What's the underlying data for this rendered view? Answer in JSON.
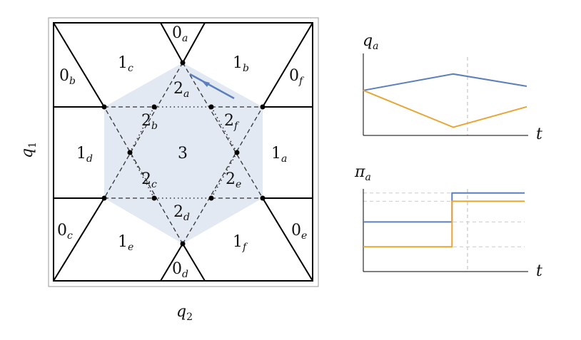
{
  "phase_diagram": {
    "x_axis": {
      "symbol": "q",
      "subscript": "2"
    },
    "y_axis": {
      "symbol": "q",
      "subscript": "1"
    },
    "regions": [
      {
        "id": "0a",
        "num": "0",
        "sub": "a"
      },
      {
        "id": "0b",
        "num": "0",
        "sub": "b"
      },
      {
        "id": "0c",
        "num": "0",
        "sub": "c"
      },
      {
        "id": "0d",
        "num": "0",
        "sub": "d"
      },
      {
        "id": "0e",
        "num": "0",
        "sub": "e"
      },
      {
        "id": "0f",
        "num": "0",
        "sub": "f"
      },
      {
        "id": "1a",
        "num": "1",
        "sub": "a"
      },
      {
        "id": "1b",
        "num": "1",
        "sub": "b"
      },
      {
        "id": "1c",
        "num": "1",
        "sub": "c"
      },
      {
        "id": "1d",
        "num": "1",
        "sub": "d"
      },
      {
        "id": "1e",
        "num": "1",
        "sub": "e"
      },
      {
        "id": "1f",
        "num": "1",
        "sub": "f"
      },
      {
        "id": "2a",
        "num": "2",
        "sub": "a"
      },
      {
        "id": "2b",
        "num": "2",
        "sub": "b"
      },
      {
        "id": "2c",
        "num": "2",
        "sub": "c"
      },
      {
        "id": "2d",
        "num": "2",
        "sub": "d"
      },
      {
        "id": "2e",
        "num": "2",
        "sub": "e"
      },
      {
        "id": "2f",
        "num": "2",
        "sub": "f"
      },
      {
        "id": "3",
        "num": "3",
        "sub": ""
      }
    ]
  },
  "plot_q": {
    "y_symbol": "q",
    "y_subscript": "a",
    "x_symbol": "t"
  },
  "plot_pi": {
    "y_symbol": "π",
    "y_subscript": "a",
    "x_symbol": "t"
  },
  "colors": {
    "blue": "#5b7fbd",
    "orange": "#e8a532",
    "hex_fill": "#e3e9f3"
  },
  "chart_data": [
    {
      "type": "line",
      "series": [
        {
          "x": [
            0,
            0.55,
            1.0
          ],
          "y": [
            0.55,
            0.75,
            0.6
          ]
        },
        {
          "x": [
            0,
            0.55,
            1.0
          ],
          "y": [
            0.55,
            0.1,
            0.35
          ]
        }
      ],
      "xlim": [
        0,
        1
      ],
      "ylim": [
        0,
        1
      ]
    },
    {
      "type": "line",
      "series": [
        {
          "x": [
            0,
            0.55,
            0.55,
            1.0
          ],
          "y": [
            0.6,
            0.6,
            0.95,
            0.95
          ]
        },
        {
          "x": [
            0,
            0.55,
            0.55,
            1.0
          ],
          "y": [
            0.3,
            0.3,
            0.85,
            0.85
          ]
        }
      ],
      "xlim": [
        0,
        1
      ],
      "ylim": [
        0,
        1
      ]
    }
  ]
}
